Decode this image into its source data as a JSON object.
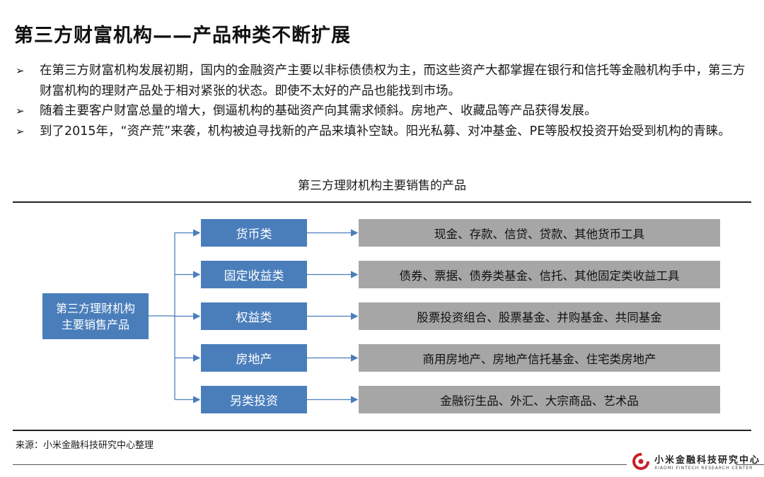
{
  "title": "第三方财富机构——产品种类不断扩展",
  "bullets": [
    "在第三方财富机构发展初期，国内的金融资产主要以非标债债权为主，而这些资产大都掌握在银行和信托等金融机构手中，第三方财富机构的理财产品处于相对紧张的状态。即使不太好的产品也能找到市场。",
    "随着主要客户财富总量的增大，倒逼机构的基础资产向其需求倾斜。房地产、收藏品等产品获得发展。",
    "到了2015年，“资产荒”来袭，机构被迫寻找新的产品来填补空缺。阳光私募、对冲基金、PE等股权投资开始受到机构的青睐。"
  ],
  "bullet_glyph": "➢",
  "diagram": {
    "caption": "第三方理财机构主要销售的产品",
    "root_line1": "第三方理财机构",
    "root_line2": "主要销售产品",
    "categories": [
      {
        "label": "货币类",
        "detail": "现金、存款、信贷、贷款、其他货币工具"
      },
      {
        "label": "固定收益类",
        "detail": "债券、票据、债券类基金、信托、其他固定类收益工具"
      },
      {
        "label": "权益类",
        "detail": "股票投资组合、股票基金、并购基金、共同基金"
      },
      {
        "label": "房地产",
        "detail": "商用房地产、房地产信托基金、住宅类房地产"
      },
      {
        "label": "另类投资",
        "detail": "金融衍生品、外汇、大宗商品、艺术品"
      }
    ],
    "colors": {
      "category": "#4a7ebb",
      "detail": "#a6a6a6",
      "connector": "#4a7ebb"
    }
  },
  "source": "来源：小米金融科技研究中心整理",
  "logo": {
    "cn": "小米金融科技研究中心",
    "en": "XIAOMI FINTECH RESEARCH CENTER"
  }
}
